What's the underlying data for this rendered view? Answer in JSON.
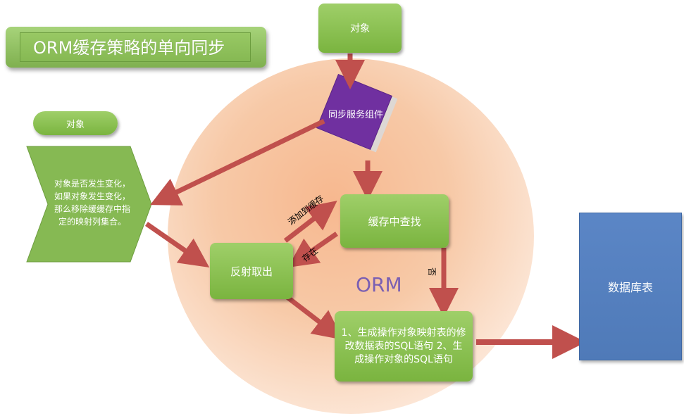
{
  "title": "ORM缓存策略的单向同步",
  "object_top": "对象",
  "object_left": "对象",
  "sync_component": "同步服务组件",
  "left_chevron_text": "对象是否发生变化，如果对象发生变化，那么移除缓缓存中指定的映射列集合。",
  "cache_lookup": "缓存中查找",
  "reflect_fetch": "反射取出",
  "orm_label": "ORM",
  "generate_sql": "1、生成操作对象映射表的修改数据表的SQL语句 2、生成操作对象的SQL语句",
  "database_table": "数据库表",
  "arrow_label_add": "添加到缓存",
  "arrow_label_exists": "存在",
  "arrow_label_no": "否",
  "colors": {
    "green": "#86b953",
    "purple": "#7030a0",
    "blue": "#4f7ab8",
    "arrow": "#c0504d"
  }
}
